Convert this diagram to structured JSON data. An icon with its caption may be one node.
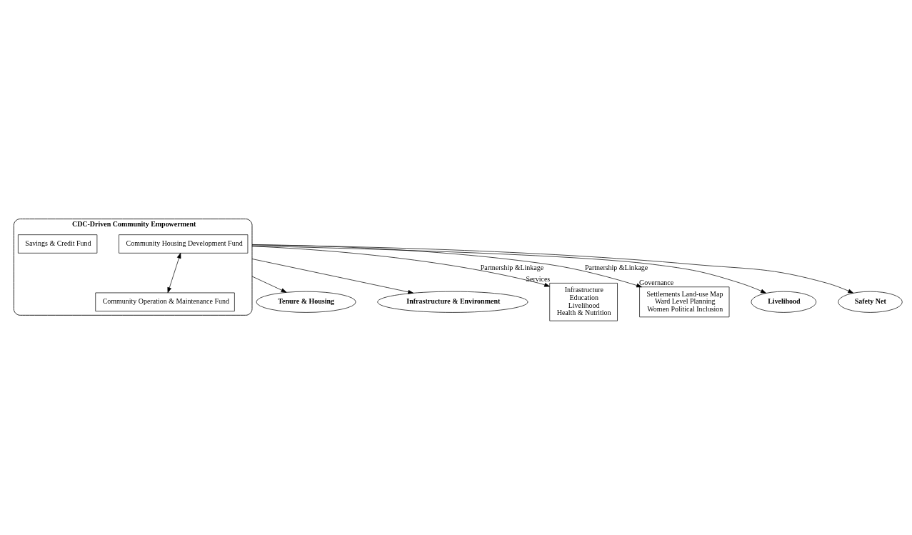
{
  "diagram": {
    "nodes": [
      {
        "text": [
          "CDC-Driven Community Empowerment"
        ]
      },
      {
        "text": [
          "Community Housing Development Fund"
        ],
        "in": 0
      },
      {
        "text": [
          "Community Operation & Maintenance Fund"
        ],
        "in": 0
      },
      {
        "text": [
          "Savings & Credit Fund"
        ],
        "in": 0
      },
      {
        "text": [
          "Tenure & Housing"
        ]
      },
      {
        "text": [
          "Infrastructure & Environment"
        ]
      },
      {
        "text": [
          "Infrastructure",
          "Education",
          "Livelihood",
          "Health & Nutrition"
        ],
        "beside": [
          "Services"
        ]
      },
      {
        "text": [
          "Settlements Land-use Map",
          "Ward Level Planning",
          "Women Political Inclusion"
        ],
        "beside": [
          "Governance"
        ]
      },
      {
        "text": [
          "Livelihood"
        ]
      },
      {
        "text": [
          "Safety Net"
        ]
      }
    ],
    "edges": [
      {
        "from": 0,
        "to": 4,
        "arrow": "to"
      },
      {
        "from": 0,
        "to": 5,
        "arrow": "to"
      },
      {
        "from": 0,
        "to": 6,
        "arrow": "to",
        "label": "Partnership &Linkage"
      },
      {
        "from": 0,
        "to": 7,
        "arrow": "to",
        "label": "Partnership &Linkage"
      },
      {
        "from": 1,
        "to": 2,
        "arrow": "both"
      },
      {
        "from": 0,
        "to": 8,
        "arrow": "to"
      },
      {
        "from": 0,
        "to": 9,
        "arrow": "to"
      }
    ]
  }
}
